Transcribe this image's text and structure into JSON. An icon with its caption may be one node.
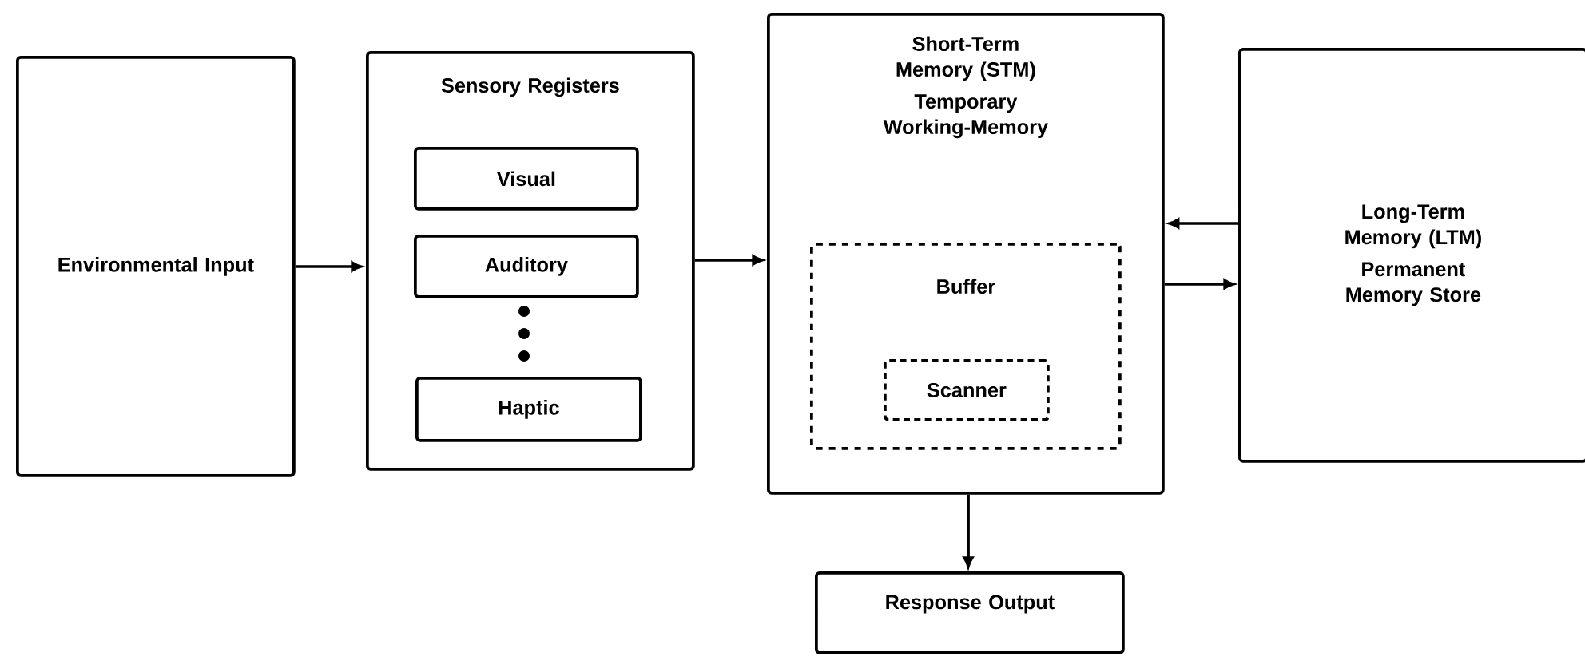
{
  "diagram": {
    "nodes": [
      {
        "text": [
          "Environmental Input"
        ]
      },
      {
        "text": [
          "Sensory Registers"
        ]
      },
      {
        "text": [
          "Visual"
        ],
        "in": 1
      },
      {
        "text": [
          "Auditory"
        ],
        "in": 1
      },
      {
        "text": [
          "Haptic"
        ],
        "in": 1
      },
      {
        "text": [
          "Short-Term Memory (STM)",
          "Temporary Working-Memory"
        ]
      },
      {
        "text": [
          "Buffer"
        ],
        "in": 5
      },
      {
        "text": [
          "Scanner"
        ],
        "in": 6
      },
      {
        "text": [
          "Long-Term Memory (LTM)",
          "Permanent Memory Store"
        ]
      },
      {
        "text": [
          "Response Output"
        ]
      }
    ],
    "edges": [
      {
        "from": 0,
        "to": 1,
        "arrow": "to"
      },
      {
        "from": 1,
        "to": 5,
        "arrow": "to"
      },
      {
        "from": 8,
        "to": 5,
        "arrow": "to"
      },
      {
        "from": 5,
        "to": 8,
        "arrow": "to"
      },
      {
        "from": 5,
        "to": 9,
        "arrow": "to"
      }
    ]
  }
}
